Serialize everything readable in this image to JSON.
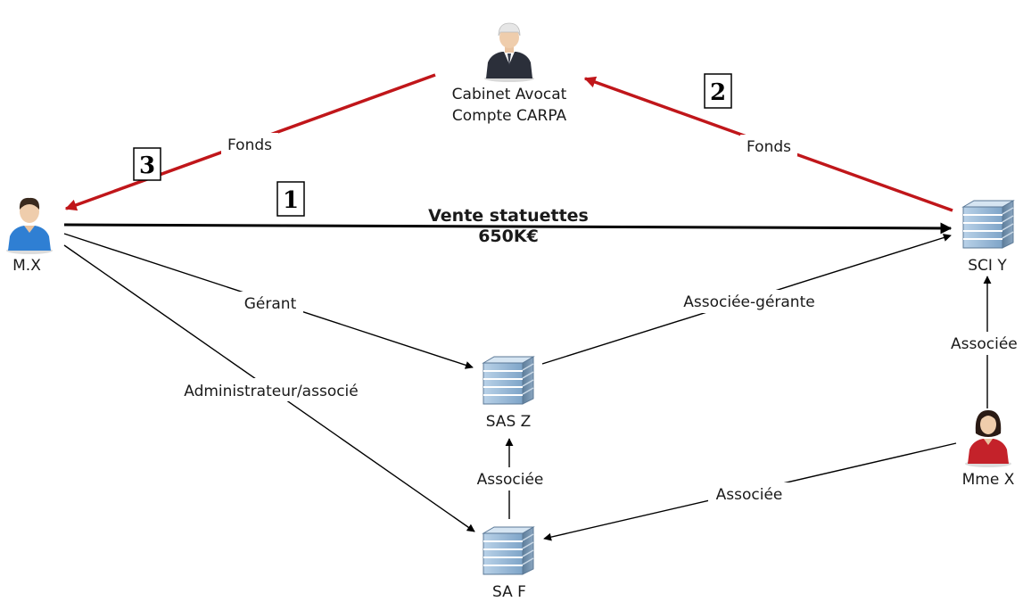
{
  "nodes": {
    "lawyer": {
      "line1": "Cabinet Avocat",
      "line2": "Compte CARPA"
    },
    "mx": {
      "label": "M.X"
    },
    "sciy": {
      "label": "SCI Y"
    },
    "sasz": {
      "label": "SAS Z"
    },
    "saf": {
      "label": "SA F"
    },
    "mmex": {
      "label": "Mme X"
    }
  },
  "edges": {
    "sale": {
      "line1": "Vente statuettes",
      "line2": "650K€",
      "step": "1"
    },
    "funds_to_lawyer": {
      "label": "Fonds",
      "step": "2"
    },
    "funds_to_mx": {
      "label": "Fonds",
      "step": "3"
    },
    "gerant": {
      "label": "Gérant"
    },
    "administrateur": {
      "label": "Administrateur/associé"
    },
    "associee_gerante": {
      "label": "Associée-gérante"
    },
    "saf_to_sasz": {
      "label": "Associée"
    },
    "mmex_to_sciy": {
      "label": "Associée"
    },
    "mmex_to_saf": {
      "label": "Associée"
    }
  },
  "colors": {
    "funds_arrow": "#c0161a",
    "link_arrow": "#000000",
    "person_shirt_mx": "#2f7fd3",
    "person_shirt_mmex": "#c4222a",
    "building": "#8fb4d6"
  }
}
